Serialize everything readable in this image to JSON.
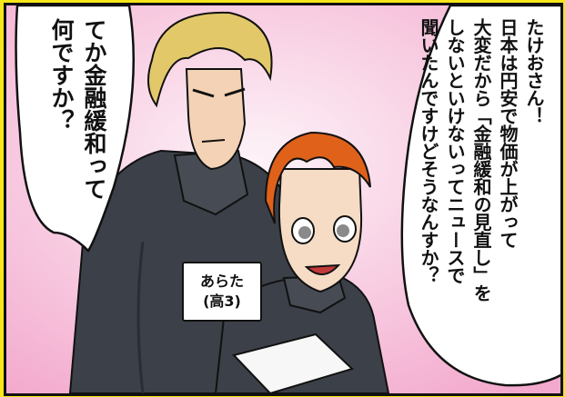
{
  "speech_left": {
    "lines": [
      "てか金融緩和って",
      "何ですか？"
    ]
  },
  "speech_right": {
    "lines": [
      "たけおさん！",
      "日本は円安で物価が上がって",
      "大変だから「金融緩和の見直し」を",
      "しないといけないってニュースで",
      "聞いたんですけどそうなんすか？"
    ]
  },
  "caption": {
    "name": "あらた",
    "grade": "(高3)"
  },
  "colors": {
    "border_yellow": "#f6e61a",
    "background_pink": "#fbe3f0",
    "uniform": "#3c4048",
    "blond_hair": "#e3c86a",
    "orange_hair": "#e0621a"
  }
}
